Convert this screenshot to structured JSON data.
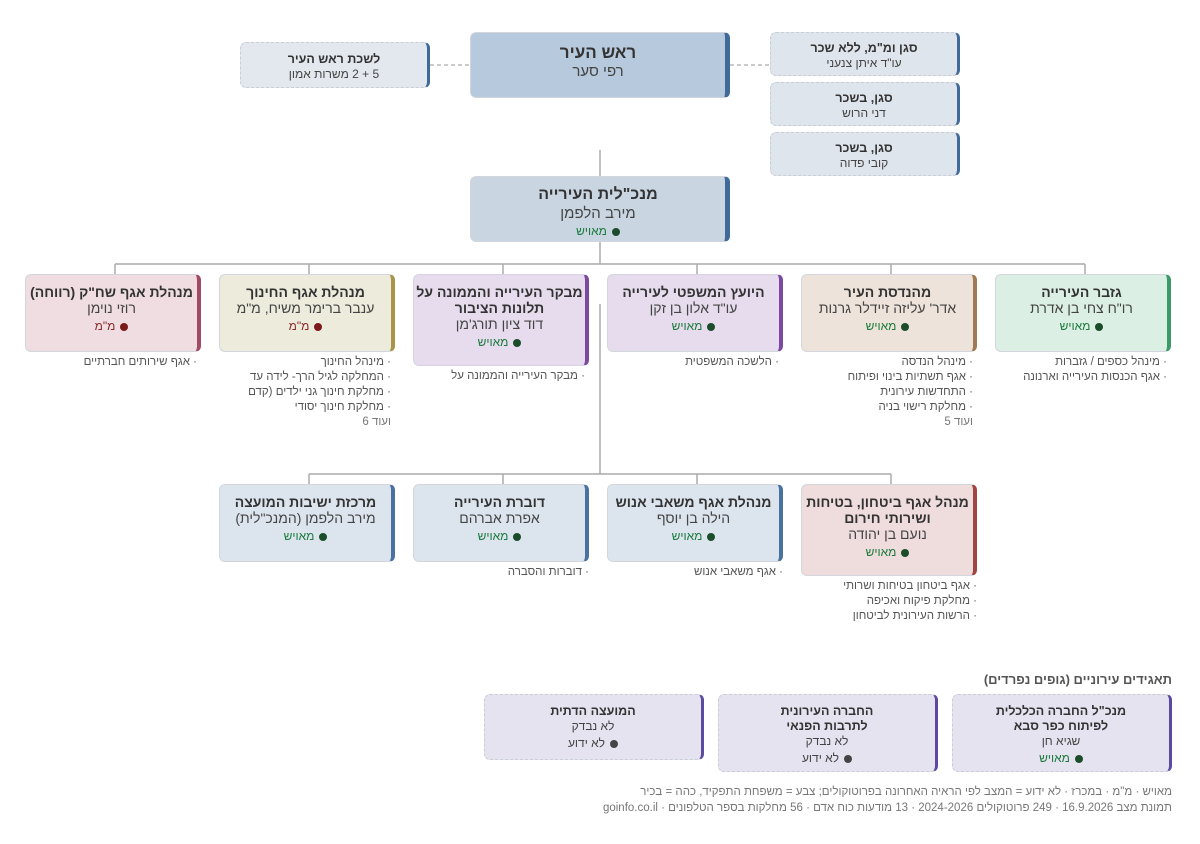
{
  "mayor": {
    "title": "ראש העיר",
    "name": "רפי סער"
  },
  "mayor_office": {
    "title": "לשכת ראש העיר",
    "sub": "5 + 2 משרות אמון"
  },
  "deputies": [
    {
      "title": "סגן ומ\"מ, ללא שכר",
      "name": "עו\"ד איתן צנעני"
    },
    {
      "title": "סגן, בשכר",
      "name": "דני הרוש"
    },
    {
      "title": "סגן, בשכר",
      "name": "קובי פדוה"
    }
  ],
  "ceo": {
    "title": "מנכ\"לית העירייה",
    "name": "מירב הלפמן",
    "status": "מאויש"
  },
  "row1": [
    {
      "title": "גזבר העירייה",
      "name": "רו\"ח צחי בן אדרת",
      "status": "מאויש",
      "status_type": "filled",
      "accent": "#3c9a6a",
      "bg": "#dcefe4",
      "depts": [
        "מינהל כספים / גזברות",
        "אגף הכנסות העירייה וארנונה"
      ],
      "more": ""
    },
    {
      "title": "מהנדסת העיר",
      "name": "אדר' עליזה זיידלר גרנות",
      "status": "מאויש",
      "status_type": "filled",
      "accent": "#a07a54",
      "bg": "#ede3da",
      "depts": [
        "מינהל הנדסה",
        "אגף תשתיות בינוי ופיתוח",
        "התחדשות עירונית",
        "מחלקת רישוי בניה"
      ],
      "more": "ועוד 5"
    },
    {
      "title": "היועץ המשפטי לעירייה",
      "name": "עו\"ד אלון בן זקן",
      "status": "מאויש",
      "status_type": "filled",
      "accent": "#7b4aa0",
      "bg": "#e6dced",
      "depts": [
        "הלשכה המשפטית"
      ],
      "more": ""
    },
    {
      "title": "מבקר העירייה והממונה על תלונות הציבור",
      "name": "דוד ציון תורג'מן",
      "status": "מאויש",
      "status_type": "filled",
      "accent": "#7b4aa0",
      "bg": "#e6dced",
      "depts": [
        "מבקר העירייה והממונה על"
      ],
      "more": ""
    },
    {
      "title": "מנהלת אגף החינוך",
      "name": "ענבר ברימר משיח, מ\"מ",
      "status": "מ\"מ",
      "status_type": "acting",
      "accent": "#a8944a",
      "bg": "#ecebdc",
      "depts": [
        "מינהל החינוך",
        "המחלקה לגיל הרך- לידה עד",
        "מחלקת חינוך גני ילדים (קדם",
        "מחלקת חינוך יסודי"
      ],
      "more": "ועוד 6"
    },
    {
      "title": "מנהלת אגף שח\"ק (רווחה)",
      "name": "רוזי נוימן",
      "status": "מ\"מ",
      "status_type": "acting",
      "accent": "#a04a64",
      "bg": "#efdde2",
      "depts": [
        "אגף שירותים חברתיים"
      ],
      "more": ""
    }
  ],
  "row2": [
    {
      "title": "מנהל אגף ביטחון, בטיחות ושירותי חירום",
      "name": "נועם בן יהודה",
      "status": "מאויש",
      "status_type": "filled",
      "accent": "#a04444",
      "bg": "#efdcdc",
      "depts": [
        "אגף ביטחון בטיחות ושרותי",
        "מחלקת פיקוח ואכיפה",
        "הרשות העירונית לביטחון"
      ],
      "more": ""
    },
    {
      "title": "מנהלת אגף משאבי אנוש",
      "name": "הילה בן יוסף",
      "status": "מאויש",
      "status_type": "filled",
      "accent": "#4a72a0",
      "bg": "#dce5ee",
      "depts": [
        "אגף משאבי אנוש"
      ],
      "more": ""
    },
    {
      "title": "דוברת העירייה",
      "name": "אפרת אברהם",
      "status": "מאויש",
      "status_type": "filled",
      "accent": "#4a72a0",
      "bg": "#dce5ee",
      "depts": [
        "דוברות והסברה"
      ],
      "more": ""
    },
    {
      "title": "מרכזת ישיבות המועצה",
      "name": "מירב הלפמן (המנכ\"לית)",
      "status": "מאויש",
      "status_type": "filled",
      "accent": "#4a72a0",
      "bg": "#dce5ee",
      "depts": [],
      "more": ""
    }
  ],
  "corporations": {
    "title": "תאגידים עירוניים (גופים נפרדים)",
    "items": [
      {
        "title": "מנכ\"ל החברה הכלכלית לפיתוח כפר סבא",
        "name": "שגיא חן",
        "status": "מאויש",
        "status_type": "filled"
      },
      {
        "title": "החברה העירונית לתרבות הפנאי",
        "name": "לא נבדק",
        "status": "לא ידוע",
        "status_type": "unknown"
      },
      {
        "title": "המועצה הדתית",
        "name": "לא נבדק",
        "status": "לא ידוע",
        "status_type": "unknown"
      }
    ]
  },
  "legend": {
    "line1": "מאויש · מ\"מ · במכרז · לא ידוע = המצב לפי הראיה האחרונה בפרוטוקולים; צבע = משפחת התפקיד, כהה = בכיר",
    "line2": "תמונת מצב 16.9.2026 · 249 פרוטוקולים 2024-2026 · 13 מודעות כוח אדם · 56 מחלקות בספר הטלפונים · goinfo.co.il"
  },
  "colors": {
    "mayor_bg": "#b7c9dc",
    "ceo_bg": "#c9d6e2",
    "top_accent": "#3f6a9a",
    "corp_bg": "#e6e3f0",
    "corp_accent": "#5b4aa0"
  }
}
